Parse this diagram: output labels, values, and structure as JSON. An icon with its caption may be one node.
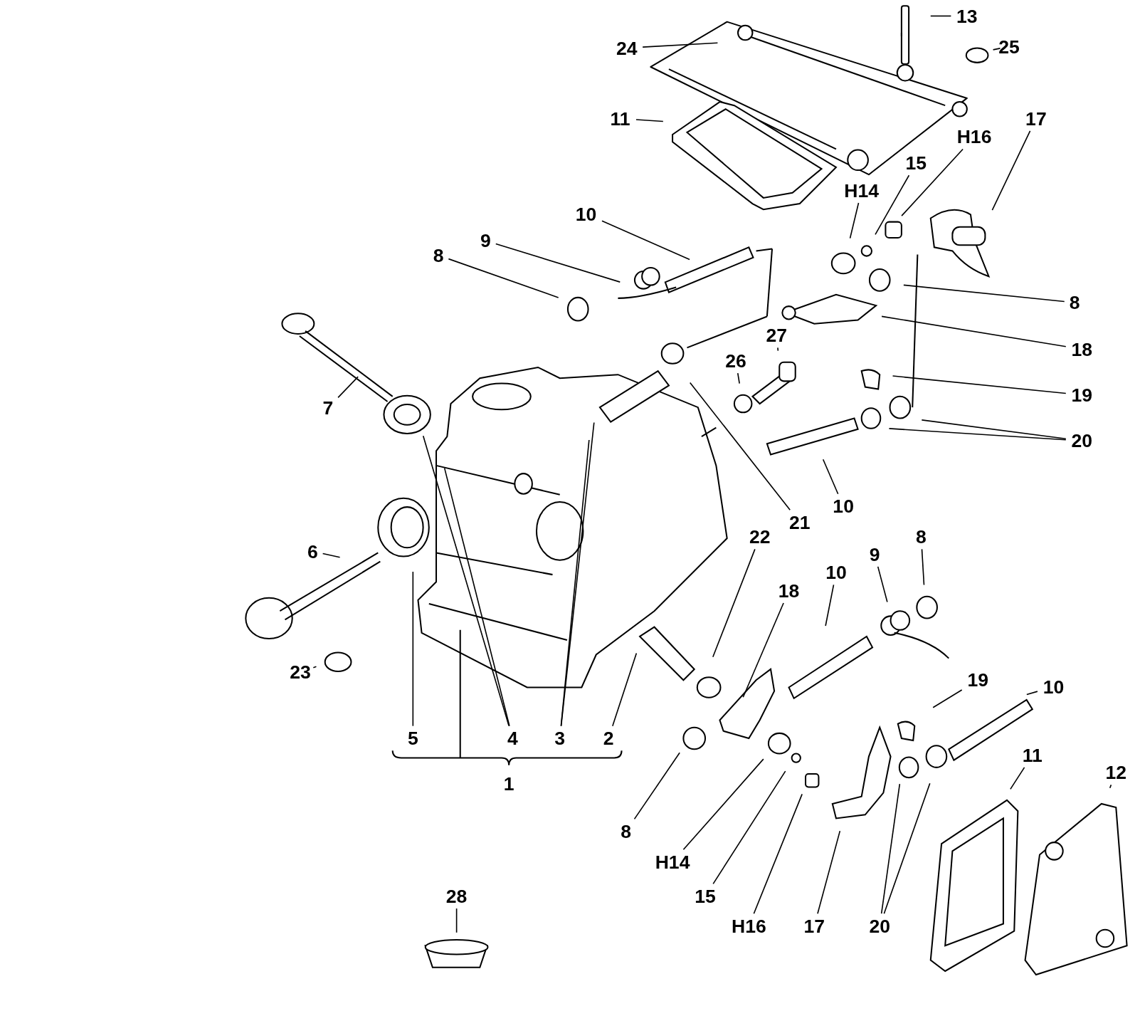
{
  "diagram": {
    "nodes": [
      {
        "text": [
          "13"
        ]
      },
      {
        "text": [
          "24"
        ]
      },
      {
        "text": [
          "25"
        ]
      },
      {
        "text": [
          "11"
        ]
      },
      {
        "text": [
          "17"
        ]
      },
      {
        "text": [
          "H16"
        ]
      },
      {
        "text": [
          "15"
        ]
      },
      {
        "text": [
          "H14"
        ]
      },
      {
        "text": [
          "10"
        ]
      },
      {
        "text": [
          "9"
        ]
      },
      {
        "text": [
          "8"
        ]
      },
      {
        "text": [
          "8"
        ]
      },
      {
        "text": [
          "27"
        ]
      },
      {
        "text": [
          "18"
        ]
      },
      {
        "text": [
          "26"
        ]
      },
      {
        "text": [
          "19"
        ]
      },
      {
        "text": [
          "7"
        ]
      },
      {
        "text": [
          "20"
        ]
      },
      {
        "text": [
          "10"
        ]
      },
      {
        "text": [
          "21"
        ]
      },
      {
        "text": [
          "22"
        ]
      },
      {
        "text": [
          "8"
        ]
      },
      {
        "text": [
          "6"
        ]
      },
      {
        "text": [
          "9"
        ]
      },
      {
        "text": [
          "10"
        ]
      },
      {
        "text": [
          "18"
        ]
      },
      {
        "text": [
          "23"
        ]
      },
      {
        "text": [
          "19"
        ]
      },
      {
        "text": [
          "10"
        ]
      },
      {
        "text": [
          "5"
        ]
      },
      {
        "text": [
          "4"
        ]
      },
      {
        "text": [
          "3"
        ]
      },
      {
        "text": [
          "2"
        ]
      },
      {
        "text": [
          "11"
        ]
      },
      {
        "text": [
          "12"
        ]
      },
      {
        "text": [
          "8"
        ]
      },
      {
        "text": [
          "H14"
        ]
      },
      {
        "text": [
          "28"
        ]
      },
      {
        "text": [
          "15"
        ]
      },
      {
        "text": [
          "H16"
        ]
      },
      {
        "text": [
          "17"
        ]
      },
      {
        "text": [
          "20"
        ]
      }
    ],
    "edges": [
      {
        "from": 0,
        "to": null,
        "arrow": "none"
      },
      {
        "from": 1,
        "to": null,
        "arrow": "none"
      },
      {
        "from": 2,
        "to": null,
        "arrow": "none"
      },
      {
        "from": 3,
        "to": null,
        "arrow": "none"
      },
      {
        "from": 4,
        "to": null,
        "arrow": "none"
      },
      {
        "from": 5,
        "to": null,
        "arrow": "none"
      },
      {
        "from": 6,
        "to": null,
        "arrow": "none"
      },
      {
        "from": 7,
        "to": null,
        "arrow": "none"
      },
      {
        "from": 8,
        "to": null,
        "arrow": "none"
      },
      {
        "from": 9,
        "to": null,
        "arrow": "none"
      },
      {
        "from": 10,
        "to": null,
        "arrow": "none"
      },
      {
        "from": 11,
        "to": null,
        "arrow": "none"
      },
      {
        "from": 12,
        "to": null,
        "arrow": "none"
      },
      {
        "from": 13,
        "to": null,
        "arrow": "none"
      },
      {
        "from": 14,
        "to": null,
        "arrow": "none"
      },
      {
        "from": 15,
        "to": null,
        "arrow": "none"
      },
      {
        "from": 16,
        "to": null,
        "arrow": "none"
      },
      {
        "from": 17,
        "to": null,
        "arrow": "none"
      },
      {
        "from": 17,
        "to": null,
        "arrow": "none"
      },
      {
        "from": 18,
        "to": null,
        "arrow": "none"
      },
      {
        "from": 19,
        "to": null,
        "arrow": "none"
      },
      {
        "from": 20,
        "to": null,
        "arrow": "none"
      },
      {
        "from": 21,
        "to": null,
        "arrow": "none"
      },
      {
        "from": 22,
        "to": null,
        "arrow": "none"
      },
      {
        "from": 23,
        "to": null,
        "arrow": "none"
      },
      {
        "from": 24,
        "to": null,
        "arrow": "none"
      },
      {
        "from": 25,
        "to": null,
        "arrow": "none"
      },
      {
        "from": 26,
        "to": null,
        "arrow": "none"
      },
      {
        "from": 27,
        "to": null,
        "arrow": "none"
      },
      {
        "from": 28,
        "to": null,
        "arrow": "none"
      },
      {
        "from": 29,
        "to": null,
        "arrow": "none"
      },
      {
        "from": 30,
        "to": null,
        "arrow": "none"
      },
      {
        "from": 30,
        "to": null,
        "arrow": "none"
      },
      {
        "from": 31,
        "to": null,
        "arrow": "none"
      },
      {
        "from": 31,
        "to": null,
        "arrow": "none"
      },
      {
        "from": 32,
        "to": null,
        "arrow": "none"
      },
      {
        "from": 33,
        "to": null,
        "arrow": "none"
      },
      {
        "from": 34,
        "to": null,
        "arrow": "none"
      },
      {
        "from": 35,
        "to": null,
        "arrow": "none"
      },
      {
        "from": 36,
        "to": null,
        "arrow": "none"
      },
      {
        "from": 37,
        "to": null,
        "arrow": "none"
      },
      {
        "from": 38,
        "to": null,
        "arrow": "none"
      },
      {
        "from": 39,
        "to": null,
        "arrow": "none"
      },
      {
        "from": 40,
        "to": null,
        "arrow": "none"
      },
      {
        "from": 41,
        "to": null,
        "arrow": "none"
      },
      {
        "from": 41,
        "to": null,
        "arrow": "none"
      }
    ],
    "labels": [
      "1"
    ]
  }
}
